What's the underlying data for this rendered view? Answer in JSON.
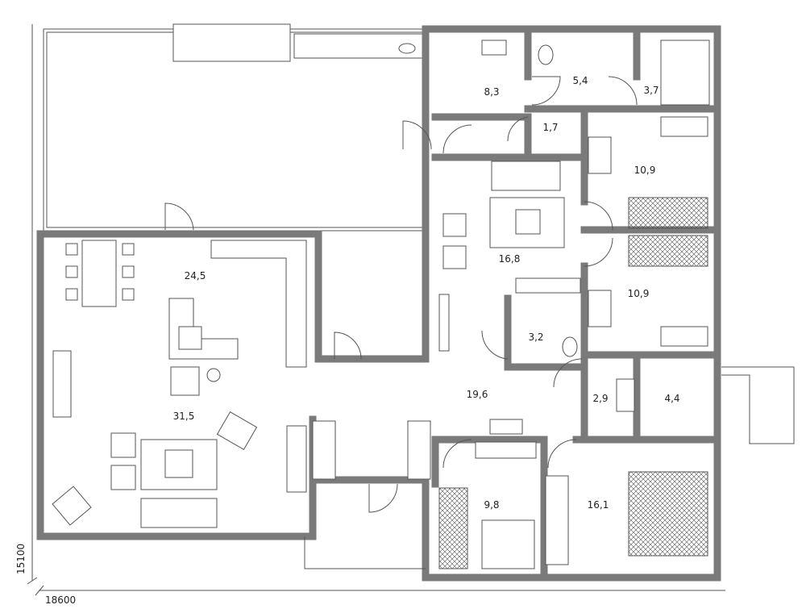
{
  "rooms": [
    {
      "id": "bath",
      "area": "8,3"
    },
    {
      "id": "wc",
      "area": "5,4"
    },
    {
      "id": "sauna",
      "area": "3,7"
    },
    {
      "id": "closet-small",
      "area": "1,7"
    },
    {
      "id": "bedroom-north",
      "area": "10,9"
    },
    {
      "id": "living",
      "area": "16,8"
    },
    {
      "id": "kitchen",
      "area": "24,5"
    },
    {
      "id": "bedroom-middle",
      "area": "10,9"
    },
    {
      "id": "toilet",
      "area": "3,2"
    },
    {
      "id": "hall",
      "area": "19,6"
    },
    {
      "id": "wardrobe",
      "area": "2,9"
    },
    {
      "id": "storage",
      "area": "4,4"
    },
    {
      "id": "lounge",
      "area": "31,5"
    },
    {
      "id": "bedroom-small",
      "area": "9,8"
    },
    {
      "id": "master-bedroom",
      "area": "16,1"
    }
  ],
  "dimensions": {
    "width": "18600",
    "height": "15100"
  }
}
